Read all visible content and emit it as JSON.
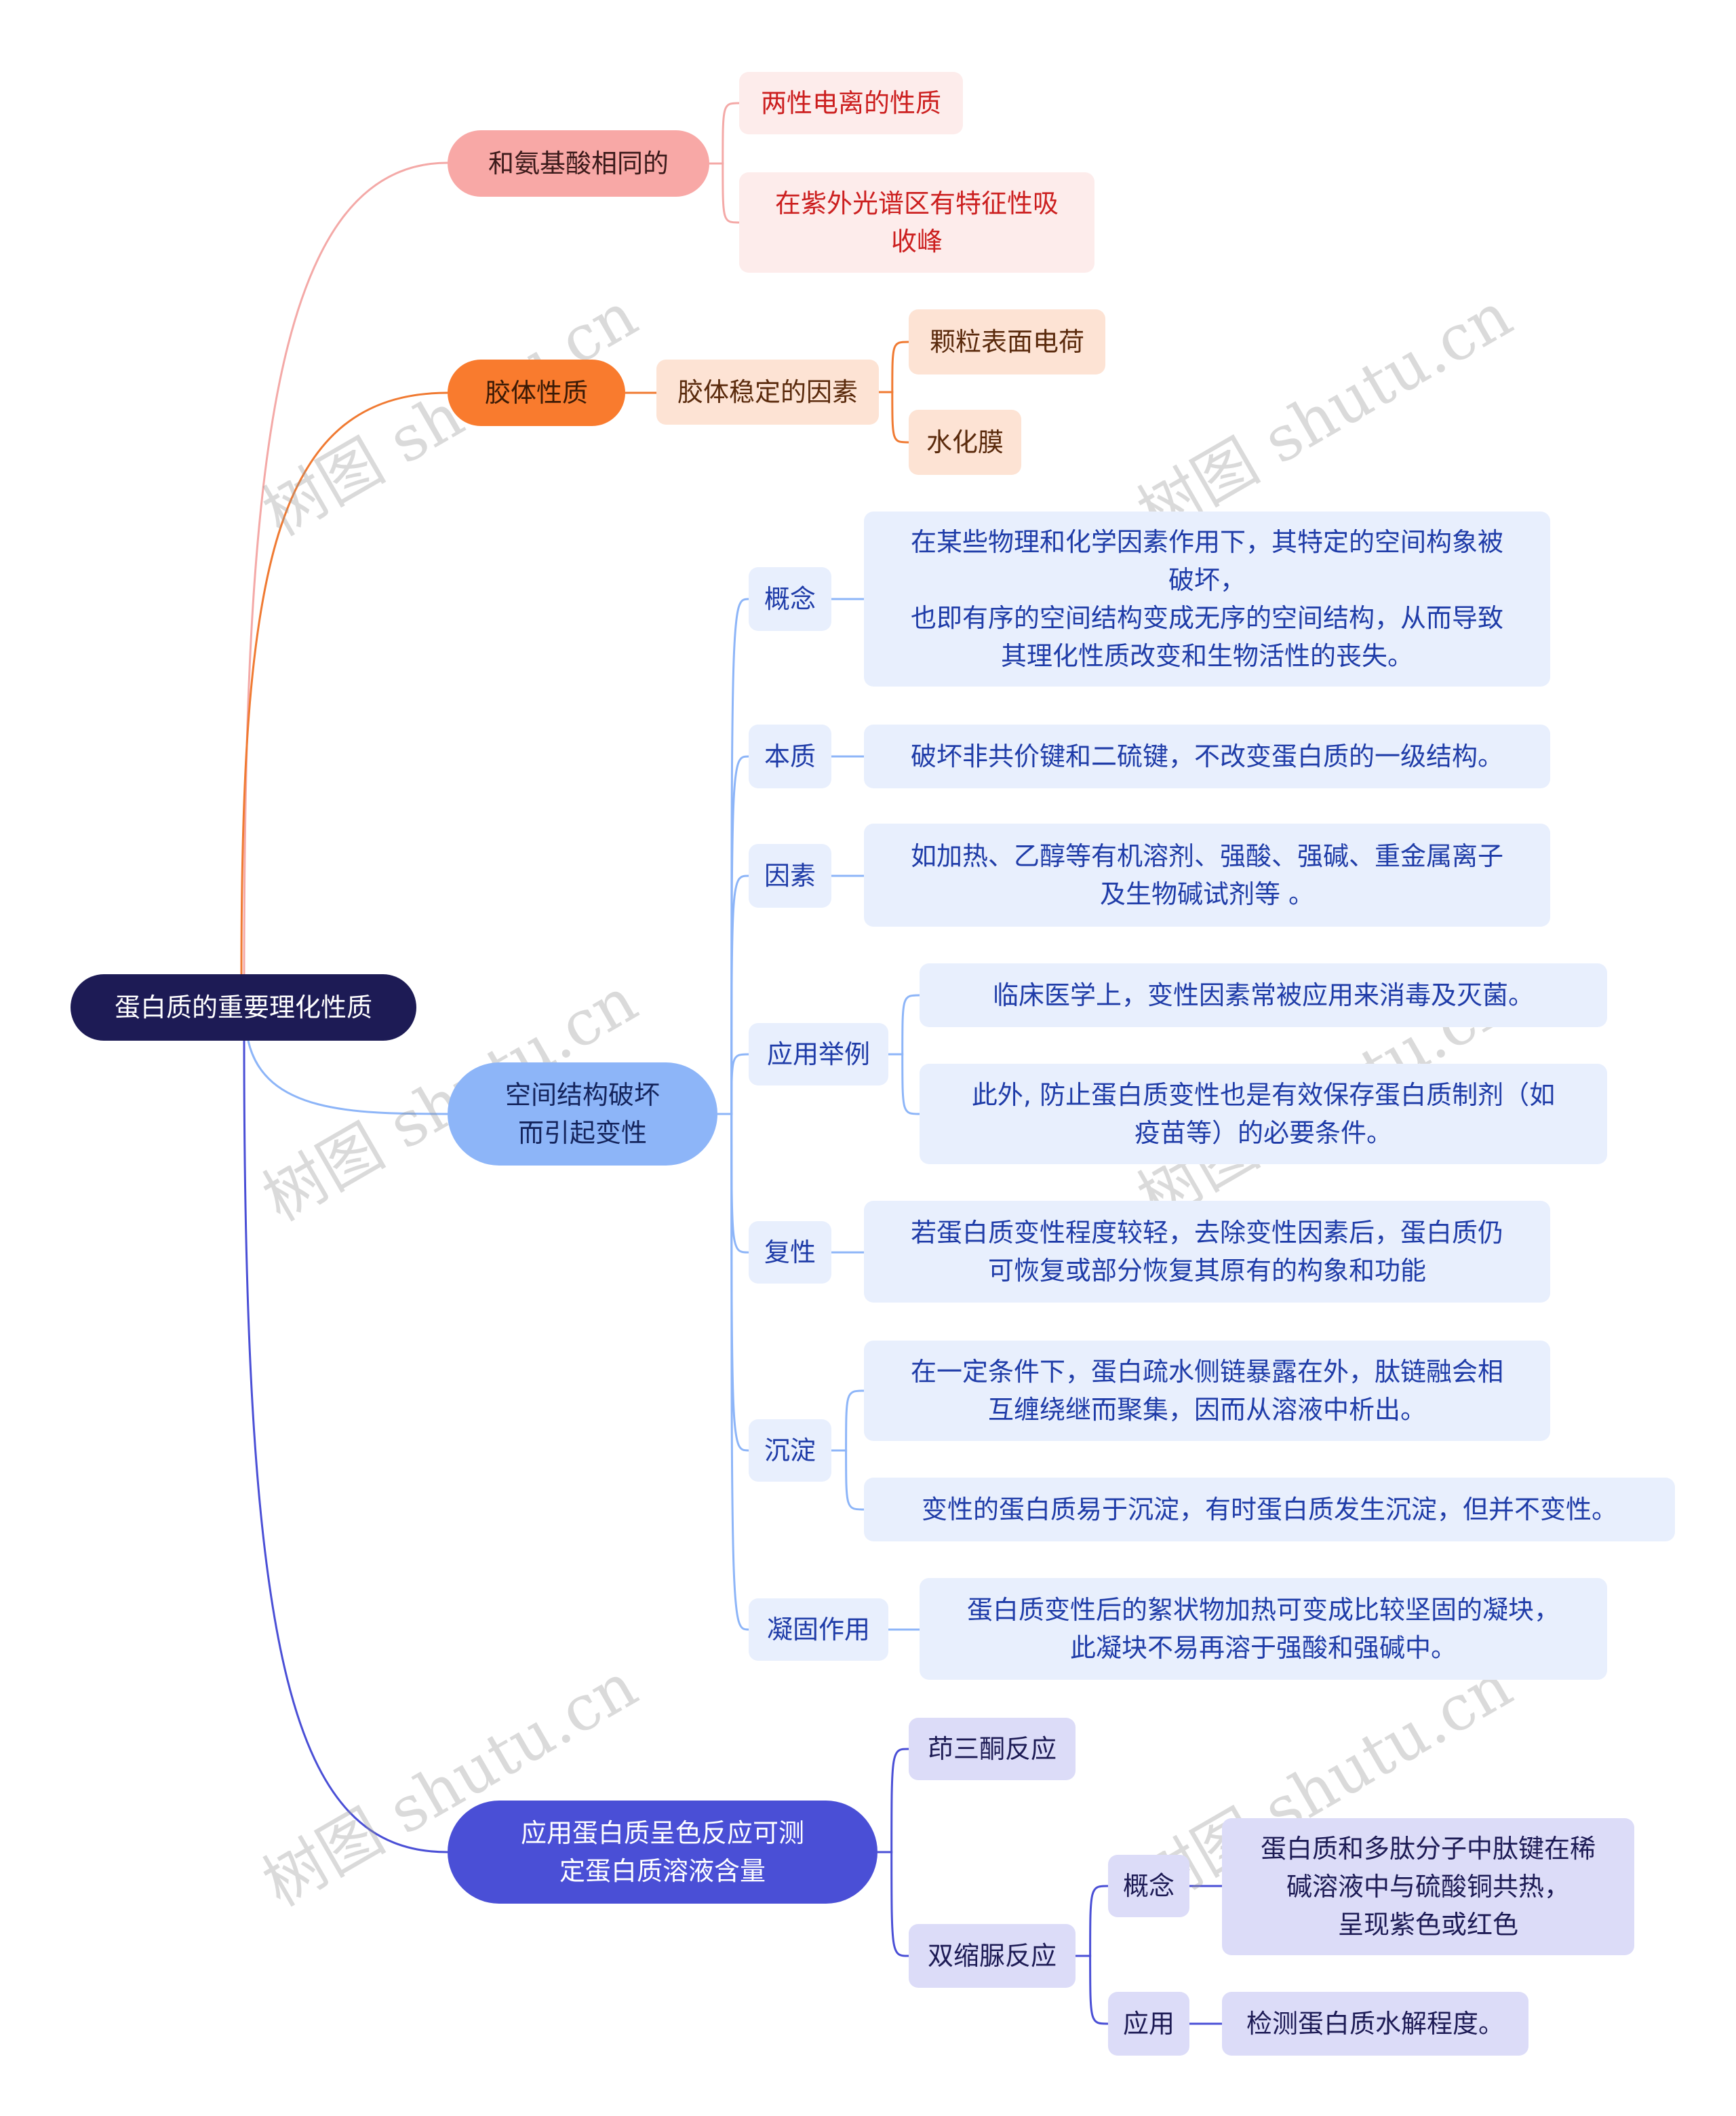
{
  "watermark": "树图 shutu.cn",
  "root": {
    "label": "蛋白质的重要理化性质"
  },
  "branches": [
    {
      "label": "和氨基酸相同的",
      "color": "#f8a8a6",
      "children": [
        {
          "label": "两性电离的性质"
        },
        {
          "label": "在紫外光谱区有特征性吸\n收峰"
        }
      ]
    },
    {
      "label": "胶体性质",
      "color": "#f97b2e",
      "children": [
        {
          "label": "胶体稳定的因素",
          "children": [
            {
              "label": "颗粒表面电荷"
            },
            {
              "label": "水化膜"
            }
          ]
        }
      ]
    },
    {
      "label": "空间结构破坏\n而引起变性",
      "color": "#8db5f8",
      "children": [
        {
          "label": "概念",
          "children": [
            {
              "label": "在某些物理和化学因素作用下，其特定的空间构象被\n破坏，\n也即有序的空间结构变成无序的空间结构，从而导致\n其理化性质改变和生物活性的丧失。"
            }
          ]
        },
        {
          "label": "本质",
          "children": [
            {
              "label": "破坏非共价键和二硫键，不改变蛋白质的一级结构。"
            }
          ]
        },
        {
          "label": "因素",
          "children": [
            {
              "label": "如加热、乙醇等有机溶剂、强酸、强碱、重金属离子\n及生物碱试剂等 。"
            }
          ]
        },
        {
          "label": "应用举例",
          "children": [
            {
              "label": "临床医学上，变性因素常被应用来消毒及灭菌。"
            },
            {
              "label": "此外, 防止蛋白质变性也是有效保存蛋白质制剂（如\n疫苗等）的必要条件。"
            }
          ]
        },
        {
          "label": "复性",
          "children": [
            {
              "label": "若蛋白质变性程度较轻，去除变性因素后，蛋白质仍\n可恢复或部分恢复其原有的构象和功能"
            }
          ]
        },
        {
          "label": "沉淀",
          "children": [
            {
              "label": "在一定条件下，蛋白疏水侧链暴露在外，肽链融会相\n互缠绕继而聚集，因而从溶液中析出。"
            },
            {
              "label": "变性的蛋白质易于沉淀，有时蛋白质发生沉淀，但并不变性。"
            }
          ]
        },
        {
          "label": "凝固作用",
          "children": [
            {
              "label": "蛋白质变性后的絮状物加热可变成比较坚固的凝块，\n此凝块不易再溶于强酸和强碱中。"
            }
          ]
        }
      ]
    },
    {
      "label": "应用蛋白质呈色反应可测\n定蛋白质溶液含量",
      "color": "#4a4fd6",
      "children": [
        {
          "label": "茚三酮反应"
        },
        {
          "label": "双缩脲反应",
          "children": [
            {
              "label": "概念",
              "children": [
                {
                  "label": "蛋白质和多肽分子中肽键在稀\n碱溶液中与硫酸铜共热，\n呈现紫色或红色"
                }
              ]
            },
            {
              "label": "应用",
              "children": [
                {
                  "label": "检测蛋白质水解程度。"
                }
              ]
            }
          ]
        }
      ]
    }
  ]
}
